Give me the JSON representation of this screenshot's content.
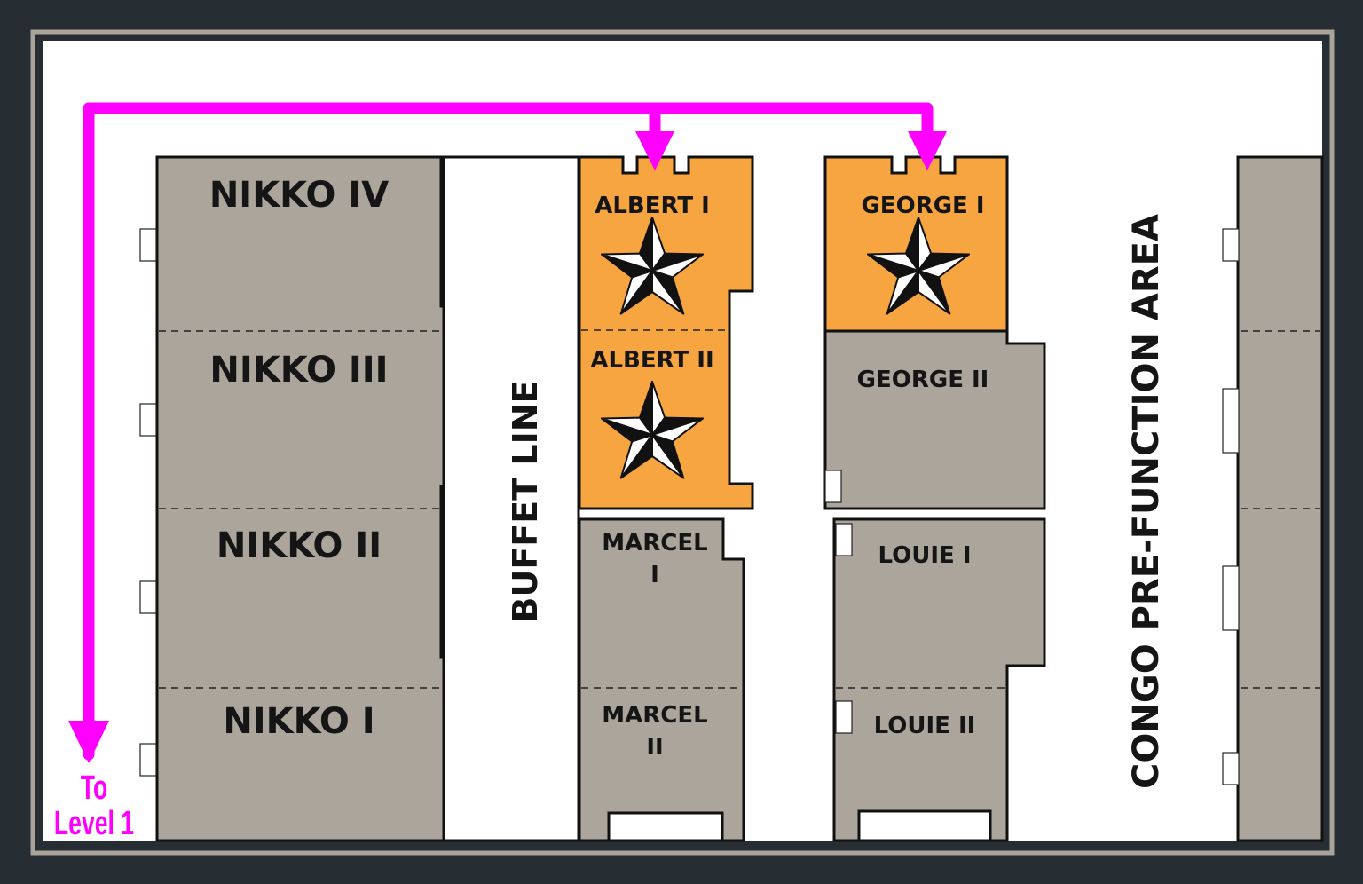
{
  "map": {
    "rooms": {
      "nikko_iv": "NIKKO IV",
      "nikko_iii": "NIKKO III",
      "nikko_ii": "NIKKO II",
      "nikko_i": "NIKKO I",
      "buffet": "BUFFET LINE",
      "albert_i": "ALBERT I",
      "albert_ii": "ALBERT II",
      "marcel_i_a": "MARCEL",
      "marcel_i_b": "I",
      "marcel_ii_a": "MARCEL",
      "marcel_ii_b": "II",
      "george_i": "GEORGE I",
      "george_ii": "GEORGE II",
      "louie_i": "LOUIE I",
      "louie_ii": "LOUIE II",
      "congo": "CONGO PRE-FUNCTION AREA"
    },
    "directions": {
      "line1": "To",
      "line2": "Level 1"
    },
    "highlighted_rooms": [
      "ALBERT I",
      "ALBERT II",
      "GEORGE I"
    ],
    "marker_icon": "nautical-star-icon",
    "colors": {
      "highlight": "#f7a541",
      "room": "#aba59b",
      "route": "#ff00ff",
      "frame": "#262d33"
    }
  }
}
